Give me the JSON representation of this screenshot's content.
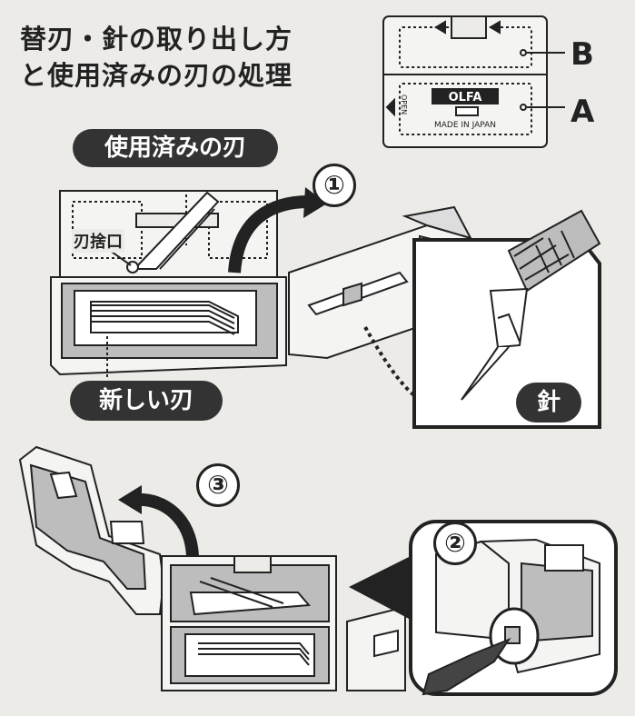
{
  "title": {
    "line1": "替刃・針の取り出し方",
    "line2": "と使用済みの刃の処理"
  },
  "labels": {
    "used_blade": "使用済みの刃",
    "new_blade": "新しい刃",
    "blade_slot": "刃捨口",
    "needle": "針",
    "part_b": "B",
    "part_a": "A"
  },
  "steps": [
    "①",
    "②",
    "③"
  ],
  "case_markings": {
    "brand": "OLFA",
    "origin": "MADE IN JAPAN",
    "open": "OPEN"
  },
  "colors": {
    "background": "#ecebe8",
    "ink": "#222222",
    "pill": "#333333",
    "case_fill": "#f4f4f2",
    "shade": "#bdbdbd"
  }
}
